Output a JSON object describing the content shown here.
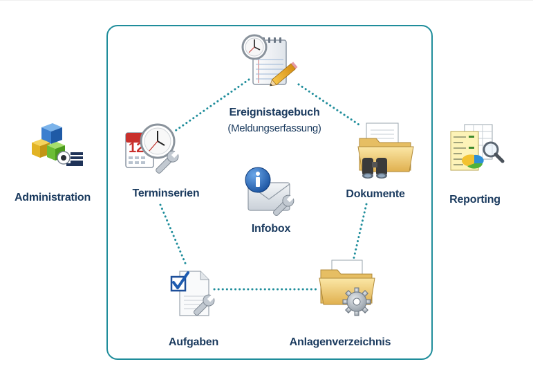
{
  "modules": {
    "ereignistagebuch": {
      "label": "Ereignistagebuch",
      "sublabel": "(Meldungserfassung)"
    },
    "terminserien": {
      "label": "Terminserien"
    },
    "dokumente": {
      "label": "Dokumente"
    },
    "infobox": {
      "label": "Infobox"
    },
    "aufgaben": {
      "label": "Aufgaben"
    },
    "anlagenverzeichnis": {
      "label": "Anlagenverzeichnis"
    }
  },
  "side": {
    "administration": {
      "label": "Administration"
    },
    "reporting": {
      "label": "Reporting"
    }
  },
  "calendar_day": "12",
  "icons": {
    "ereignistagebuch": "clock-notepad-pencil-icon",
    "terminserien": "calendar-clock-wrench-icon",
    "dokumente": "folder-binoculars-icon",
    "infobox": "info-envelope-wrench-icon",
    "aufgaben": "checklist-wrench-icon",
    "anlagenverzeichnis": "folder-gear-icon",
    "administration": "cubes-admin-icon",
    "reporting": "report-chart-magnifier-icon"
  },
  "colors": {
    "frame": "#1f8d9b",
    "dots": "#1f8d9b",
    "text": "#1a3a5e"
  }
}
